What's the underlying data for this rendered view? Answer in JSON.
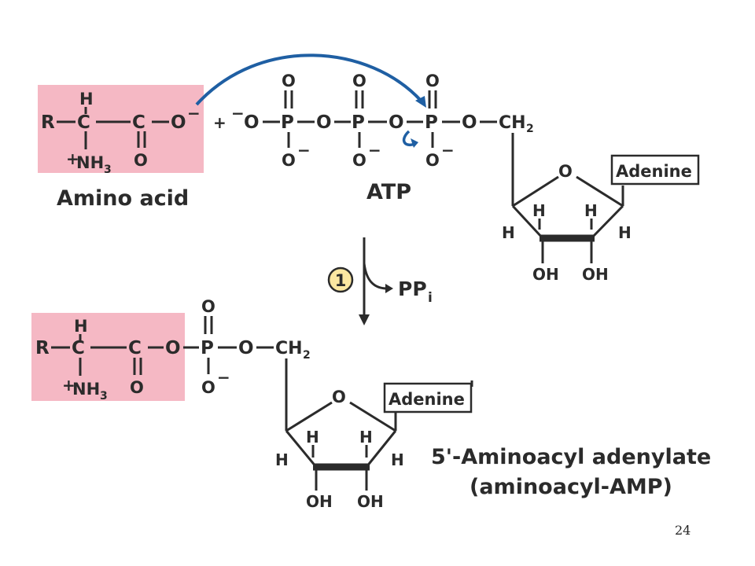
{
  "atoms": {
    "R": "R",
    "C": "C",
    "H": "H",
    "O": "O",
    "P": "P",
    "O_minus": "O",
    "NH3": "NH",
    "sub3": "3",
    "plus": "+",
    "minus": "−",
    "CH2": "CH",
    "sub2": "2",
    "OH": "OH"
  },
  "labels": {
    "amino_acid": "Amino acid",
    "atp": "ATP",
    "adenine": "Adenine",
    "step_number": "1",
    "ppi": "PP",
    "ppi_sub": "i",
    "product_line1": "5'-Aminoacyl adenylate",
    "product_line2": "(aminoacyl-AMP)",
    "page_number": "24"
  },
  "colors": {
    "highlight": "#f5b8c4",
    "arrow_blue": "#1f5fa3",
    "step_circle": "#fbe7a1",
    "text": "#2b2b2b"
  }
}
